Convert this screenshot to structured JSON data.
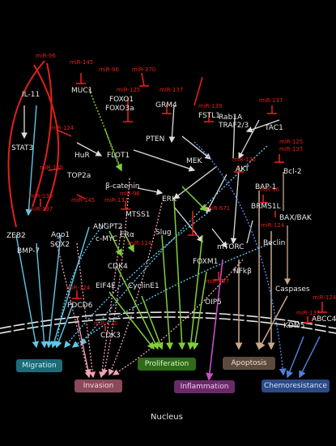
{
  "colors": {
    "background": "#000000",
    "mirna": "#e0201c",
    "migration": "#5ec7e6",
    "invasion": "#f2a2b5",
    "proliferation": "#7fcf3a",
    "inflammation": "#c84ec4",
    "apoptosis": "#c8a98a",
    "chemoresistance": "#4f7fd8"
  },
  "mirnas": {
    "m96a": "miR-96",
    "m145a": "miR-145",
    "m96b": "miR-96",
    "m370": "miR-370",
    "m125a": "miR-125",
    "m137a": "miR-137",
    "m139a": "miR-139",
    "m137b": "miR-137",
    "m124a": "miR-124",
    "m125b": "miR-125",
    "m137c": "miR-137",
    "m125c": "miR-125",
    "m139b": "miR-139",
    "m145b": "miR-145",
    "m137d": "miR-137",
    "m96c": "miR-96",
    "m124b": "miR-124",
    "m671": "miR-671",
    "m96d": "miR-96",
    "m124c": "miR-124",
    "m137e": "miR-137",
    "m124d": "miR-124",
    "m124e": "miR-124",
    "m125d": "miR-125",
    "m137f": "miR-137",
    "m124f": "miR-124"
  },
  "nodes": {
    "il11": "IL-11",
    "muc1": "MUC1",
    "foxo1": "FOXO1",
    "foxo3a": "FOXO3a",
    "grm4": "GRM4",
    "fstl1": "FSTL1",
    "rab1a": "Rab1A",
    "traf": "TRAF2/3",
    "tac1": "TAC1",
    "pten": "PTEN",
    "stat3": "STAT3",
    "hur": "HuR",
    "flot1": "FLOT1",
    "mek": "MEK",
    "akt": "AKT",
    "bcl2": "Bcl-2",
    "top2a": "TOP2a",
    "bcat": "β-catenin",
    "bap1": "BAP-1",
    "erk": "ERK",
    "brms1l": "BRMS1L",
    "baxbak": "BAX/BAK",
    "zeb2": "ZEB2",
    "ago1": "Ago1",
    "angpt2": "ANGPT2",
    "mts51": "MTSS1",
    "slug": "Slug",
    "mtorc": "mTORC",
    "nfkb": "NFkβ",
    "beclin": "Beclin",
    "bmp7": "BMP-7",
    "sox2": "SOX2",
    "cmyc": "c-MYC",
    "era": "ERα",
    "foxm1": "FOXM1",
    "caspases": "Caspases",
    "cdk4": "CDK4",
    "oip5": "OIP5",
    "eif4e": "EIF4E",
    "cyclin": "CyclinE1",
    "kdm5": "KDM5",
    "abcc4": "ABCC4",
    "pdcd6": "PDCD6",
    "cdk3": "CDK3"
  },
  "outcomes": {
    "migration": "Migration",
    "invasion": "Invasion",
    "proliferation": "Proliferation",
    "inflammation": "Inflammation",
    "apoptosis": "Apoptosis",
    "chemoresistance": "Chemoresistance"
  },
  "nucleus_label": "Nucleus"
}
